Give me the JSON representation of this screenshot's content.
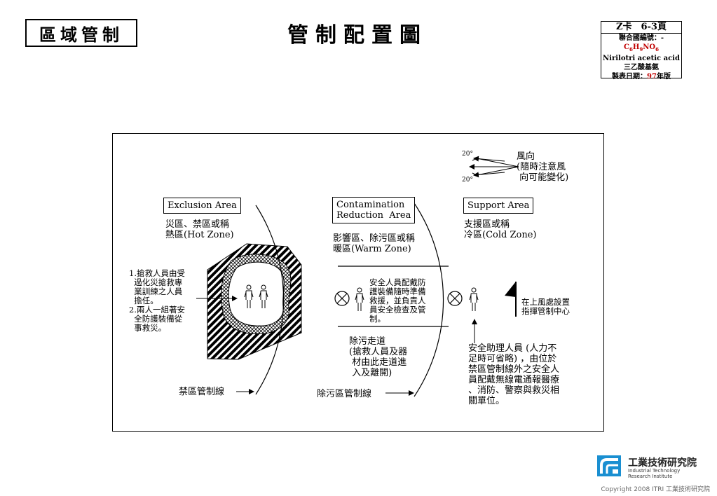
{
  "header": {
    "section_label": "區域管制",
    "title": "管制配置圖"
  },
  "card": {
    "line1": "Z卡　6-3頁",
    "line2": "聯合國編號：-",
    "formula": "C6H9NO6",
    "name_en": "Nirilotri acetic acid",
    "name_zh": "三乙酸基氨",
    "date_prefix": "製表日期：",
    "date_year": "97",
    "date_suffix": "年版"
  },
  "diagram": {
    "wind": {
      "angle_top": "20°",
      "angle_bottom": "20°",
      "label": "風向\n(隨時注意風\n 向可能變化)"
    },
    "zones": {
      "exclusion": {
        "name": "Exclusion Area",
        "desc": "災區、禁區或稱\n熱區(Hot Zone)"
      },
      "contamination": {
        "name": "Contamination\nReduction  Area",
        "desc": "影響區、除污區或稱\n暖區(Warm Zone)"
      },
      "support": {
        "name": "Support Area",
        "desc": "支援區或稱\n冷區(Cold Zone)"
      }
    },
    "rescuer_note": "1.搶救人員由受\n  過化災搶救專\n  業訓練之人員\n  擔任。\n2.兩人一組著安\n  全防護裝備從\n  事救災。",
    "safety_note": "安全人員配戴防\n護裝備隨時準備\n救援，並負責人\n員安全檢查及管\n制。",
    "flag_note": "在上風處設置\n指揮管制中心",
    "decon_path": "除污走道\n(搶救人員及器\n 材由此走道進\n 入及離開)",
    "assistant_note": "安全助理人員 (人力不\n足時可省略) ，由位於\n禁區管制線外之安全人\n員配戴無線電通報醫療\n、消防、警察與救災相\n關單位。",
    "hot_line": "禁區管制線",
    "decon_line": "除污區管制線"
  },
  "footer": {
    "org_zh": "工業技術研究院",
    "org_en1": "Industrial Technology",
    "org_en2": "Research Institute",
    "copyright": "Copyright 2008 ITRI 工業技術研究院"
  }
}
